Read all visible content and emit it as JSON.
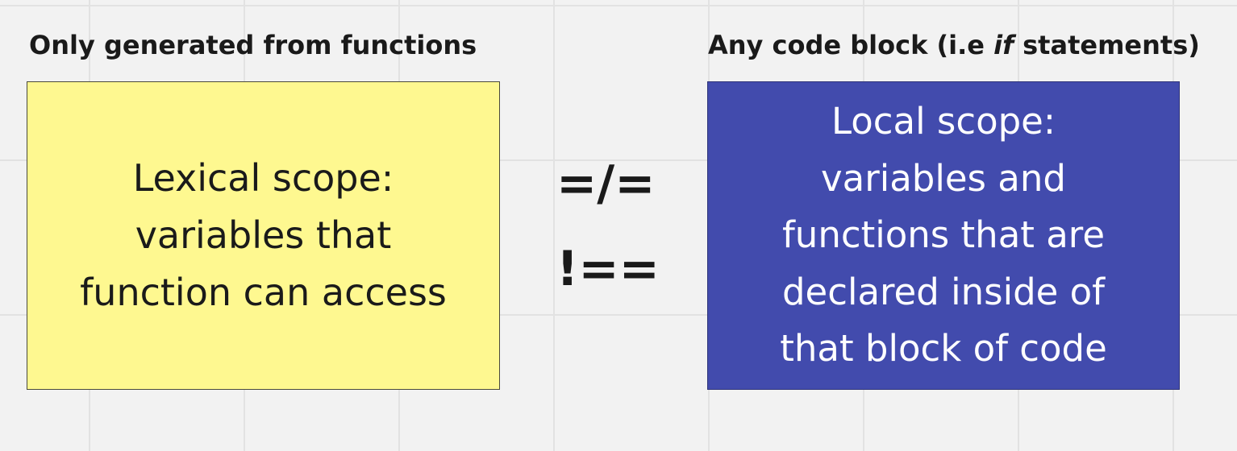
{
  "left": {
    "heading": "Only generated from functions",
    "note": "Lexical scope:\nvariables that\nfunction can access",
    "note_color": "#fef890"
  },
  "right": {
    "heading_before": "Any code block (i.e ",
    "heading_italic": "if",
    "heading_after": " statements)",
    "note": "Local scope:\nvariables and\nfunctions that are\ndeclared inside of\nthat block of code",
    "note_color": "#424bad"
  },
  "operators": {
    "not_equal": "=/=",
    "strict_not_equal": "!=="
  }
}
